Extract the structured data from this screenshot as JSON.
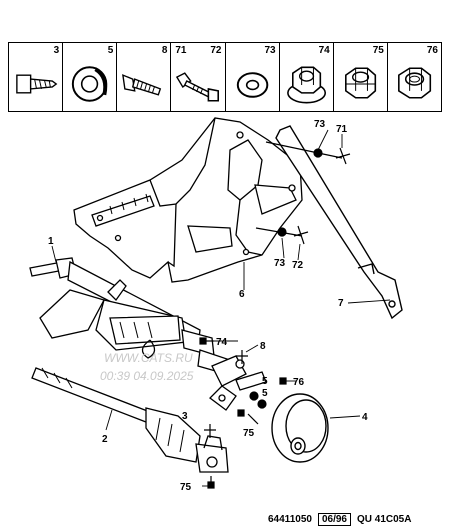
{
  "legend": {
    "cells": [
      {
        "numbers": [
          "3"
        ],
        "icon": "screw-icon"
      },
      {
        "numbers": [
          "5"
        ],
        "icon": "bushing-icon"
      },
      {
        "numbers": [
          "8"
        ],
        "icon": "bolt-icon"
      },
      {
        "numbers": [
          "71",
          "72"
        ],
        "icon": "flange-bolt-icon"
      },
      {
        "numbers": [
          "73"
        ],
        "icon": "washer-icon"
      },
      {
        "numbers": [
          "74"
        ],
        "icon": "flange-nut-icon"
      },
      {
        "numbers": [
          "75"
        ],
        "icon": "locknut-icon"
      },
      {
        "numbers": [
          "76"
        ],
        "icon": "hex-nut-icon"
      }
    ]
  },
  "callouts": {
    "c1": "1",
    "c2": "2",
    "c3": "3",
    "c4": "4",
    "c5a": "5",
    "c5b": "5",
    "c6": "6",
    "c7": "7",
    "c8": "8",
    "c71": "71",
    "c72": "72",
    "c73a": "73",
    "c73b": "73",
    "c74": "74",
    "c75a": "75",
    "c75b": "75",
    "c76": "76"
  },
  "watermark": {
    "line1": "WWW.CATS.RU",
    "line2": "00:39 04.09.2025"
  },
  "footer": {
    "code": "64411050",
    "date": "06/96",
    "ref": "QU 41C05A"
  }
}
